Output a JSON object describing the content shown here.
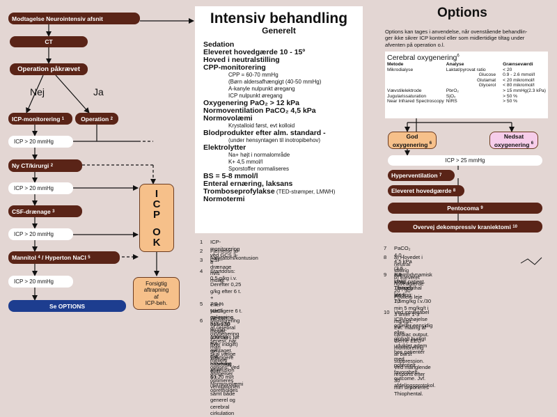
{
  "flow": {
    "start": "Modtagelse Neurointensiv afsnit",
    "ct": "CT",
    "operation_required": "Operation påkrævet",
    "no": "Nej",
    "yes": "Ja",
    "icp_monitoring": "ICP-monitorering",
    "icp_monitoring_sup": "1",
    "operation": "Operation",
    "operation_sup": "2",
    "icp_gt_20": "ICP > 20 mmHg",
    "new_ct": "Ny CT/kirurgi",
    "new_ct_sup": "2",
    "csf": "CSF-drænage",
    "csf_sup": "3",
    "mannitol": "Mannitol",
    "mannitol_sup": "4",
    "hypertonic": "/ Hyperton NaCl",
    "hypertonic_sup": "5",
    "see_options": "Se OPTIONS",
    "icp_ok": [
      "I",
      "C",
      "P",
      "",
      "O",
      "K"
    ],
    "careful_weaning": [
      "Forsigtig",
      "aftrapning",
      "af",
      "ICP-beh."
    ]
  },
  "center": {
    "title": "Intensiv behandling",
    "subtitle": "Generelt",
    "items": [
      {
        "type": "bold",
        "text": "Sedation"
      },
      {
        "type": "bold",
        "text": "Eleveret hovedgærde 10 - 15º"
      },
      {
        "type": "bold",
        "text": "Hoved i neutralstilling"
      },
      {
        "type": "bold",
        "text": "CPP-monitorering"
      },
      {
        "type": "sub",
        "text": "CPP = 60-70 mmHg"
      },
      {
        "type": "sub",
        "text": "(Børn aldersafhængigt (40-50 mmHg)"
      },
      {
        "type": "sub",
        "text": "A-kanyle nulpunkt øregang"
      },
      {
        "type": "sub",
        "text": "ICP nulpunkt øregang"
      },
      {
        "type": "bold",
        "text": "Oxygenering PaO₂ > 12 kPa"
      },
      {
        "type": "bold",
        "text": "Normoventilation PaCO₂ 4,5 kPa"
      },
      {
        "type": "bold",
        "text": "Normovolæmi"
      },
      {
        "type": "sub",
        "text": "Krystalloid først, evt kolloid"
      },
      {
        "type": "bold",
        "text": "Blodprodukter efter alm. standard -"
      },
      {
        "type": "sub",
        "text": "(under hensyntagen til inotropibehov)"
      },
      {
        "type": "bold",
        "text": "Elektrolytter"
      },
      {
        "type": "sub",
        "text": "Na+ højt i normalområde"
      },
      {
        "type": "sub",
        "text": "K+ 4,5 mmol/l"
      },
      {
        "type": "sub",
        "text": "Sporstoffer normaliseres"
      },
      {
        "type": "bold",
        "text": "BS = 5-8 mmol/l"
      },
      {
        "type": "bold",
        "text": "Enteral ernæring, laksans"
      },
      {
        "type": "boldmix",
        "text": "Tromboseprofylakse",
        "small": " (TED-strømper, LMWH)"
      },
      {
        "type": "bold",
        "text": "Normotermi"
      }
    ]
  },
  "notes_left": [
    {
      "num": "1",
      "lines": [
        "ICP-monitorering ved GCS 3-8"
      ]
    },
    {
      "num": "2",
      "lines": [
        "Fjernelse af hæmatom/kontusion"
      ]
    },
    {
      "num": "3",
      "lines": [
        "CSF-drænage hvis muligt"
      ]
    },
    {
      "num": "4",
      "lines": [
        "Startdosis: 0,5 g/kg i.v. Derefter 0,25 g/kg efter 6 t. +",
        "efter yderligere 6 t. Se-osm < 315-320 mosm.",
        "(checkes før hver indgift) evt. yderligere halvering efter",
        "6 t. Normovolæmi opretholdes"
      ]
    },
    {
      "num": "5",
      "lines": [
        "7,2 % NaCl opløsning, bolus 50 ml (30-100 ml)",
        "evt. gentaget. Evt. efterfulgt af infusion 10-20 ml/t"
      ]
    },
    {
      "num": "6",
      "lines": [
        "Monitorering af cerebral oxygenering senest, når man",
        "skal vælge mellem options. Ved afvigelser optimeres",
        "ventilationen samt både generel og cerebral cirkulation"
      ]
    }
  ],
  "options": {
    "title": "Options",
    "intro": [
      "Options kan tages i anvendelse, når ovenstående behandlin-",
      "ger ikke sikrer ICP kontrol eller som midlertidige tiltag under",
      "afventen på operation o.l."
    ],
    "cereb_title": "Cerebral oxygenering",
    "cereb_sup": "6",
    "table_header": [
      "Metode",
      "Analyse",
      "Grænseværdi"
    ],
    "table_rows": [
      [
        "Mikrodialyse",
        "Laktat/pyrovat ratio",
        "< 20"
      ],
      [
        "",
        "Glucose",
        "0.9 - 2.6 mmol/l"
      ],
      [
        "",
        "Glutamat",
        "< 20 mikromol/l"
      ],
      [
        "",
        "Glycerol",
        "< 80 mikromol/l"
      ],
      [
        "Vævstilelektrode",
        "PbrO₂",
        "> 15 mmHg(2.3 kPa)"
      ],
      [
        "Jugularissaturation",
        "SjO₂",
        "> 50 %"
      ],
      [
        "Near Infrared Spectroscopy",
        "NIRS",
        "> 50 %"
      ]
    ],
    "good": [
      "God",
      "oxygenering"
    ],
    "good_sup": "6",
    "reduced": [
      "Nedsat",
      "oxygenering"
    ],
    "reduced_sup": "6",
    "icp_gt_25": "ICP > 25 mmHg",
    "hyperventilation": "Hyperventilation",
    "hyperventilation_sup": "7",
    "elevated_head": "Eleveret hovedgærde",
    "elevated_head_sup": "8",
    "pentocoma": "Pentocoma",
    "pentocoma_sup": "9",
    "craniectomy": "Overvej dekompressiv kraniektomi",
    "craniectomy_sup": "10"
  },
  "notes_right": [
    {
      "num": "7",
      "lines": [
        "PaCO₂ 4,0 - 4,5 kPa (3,5 - 4,0 kPa) Tilstræb pH < 7,5"
      ]
    },
    {
      "num": "8",
      "lines": [
        "a) Hovedet i neutral stilling",
        "b) Eleveret hovedgærde 20 - 30º Fowlers leje"
      ]
    },
    {
      "num": "9",
      "lines": [
        "Hæmodynamisk stabil patient. Thiopenthal loading:",
        "10 mg/kg i.v./30 min  5 mg/kg/t i 3 timer   1-3 mg/kg/t.",
        "Evt. måling af cardiac output. Gerne EEG-monitorering",
        "af burst suppression. Ved manglende respons efter 30",
        "min seponeres Thiophental."
      ]
    },
    {
      "num": "10",
      "lines": [
        "Ved intraktabel ICP forhøjelse og/eller eensidig eller",
        "globalt hurtigt udviklet ødem hos patienter med",
        "potentielt favorabelt outcome. Jvf. afdelingsprotokol."
      ]
    }
  ]
}
